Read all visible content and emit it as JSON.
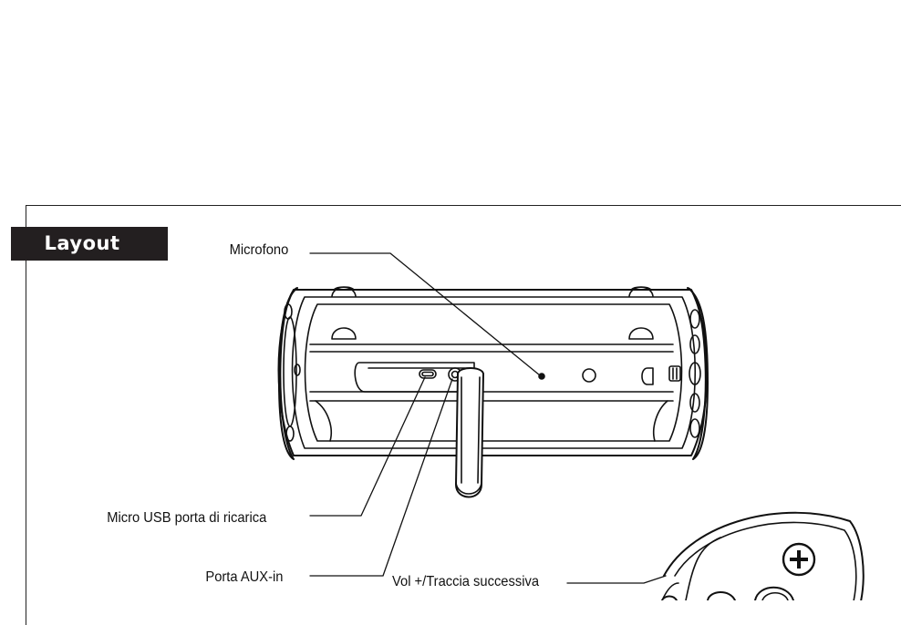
{
  "section": {
    "title": "Layout"
  },
  "labels": {
    "microphone": "Microfono",
    "usb_port": "Micro USB porta di ricarica",
    "aux_port": "Porta AUX-in",
    "vol_next": "Vol +/Traccia successiva"
  },
  "icons": {
    "plus_button": "plus-icon"
  }
}
